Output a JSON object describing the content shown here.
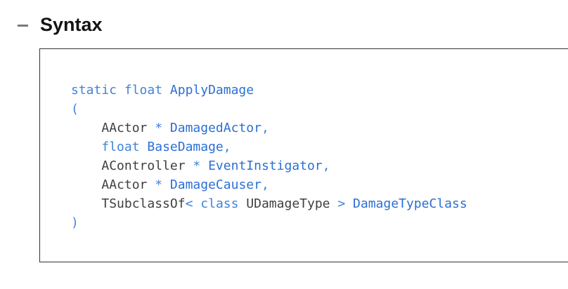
{
  "page": {
    "background": "#ffffff"
  },
  "header": {
    "collapse_icon": "minus-icon",
    "title": "Syntax"
  },
  "colors": {
    "heading_text": "#141414",
    "collapse_dash": "#7a7a7a",
    "code_border": "#333333",
    "keyword": "#4183d8",
    "operator": "#4183d8",
    "identifier": "#2b6fd4",
    "type": "#3f3f3f"
  },
  "code_block": {
    "lines": [
      [
        [
          "k",
          "static float "
        ],
        [
          "i",
          "ApplyDamage"
        ]
      ],
      [
        [
          "o",
          "("
        ]
      ],
      [
        [
          "p",
          "    "
        ],
        [
          "t",
          "AActor"
        ],
        [
          "o",
          " * "
        ],
        [
          "i",
          "DamagedActor"
        ],
        [
          "o",
          ","
        ]
      ],
      [
        [
          "p",
          "    "
        ],
        [
          "k",
          "float "
        ],
        [
          "i",
          "BaseDamage"
        ],
        [
          "o",
          ","
        ]
      ],
      [
        [
          "p",
          "    "
        ],
        [
          "t",
          "AController"
        ],
        [
          "o",
          " * "
        ],
        [
          "i",
          "EventInstigator"
        ],
        [
          "o",
          ","
        ]
      ],
      [
        [
          "p",
          "    "
        ],
        [
          "t",
          "AActor"
        ],
        [
          "o",
          " * "
        ],
        [
          "i",
          "DamageCauser"
        ],
        [
          "o",
          ","
        ]
      ],
      [
        [
          "p",
          "    "
        ],
        [
          "t",
          "TSubclassOf"
        ],
        [
          "o",
          "< "
        ],
        [
          "k",
          "class "
        ],
        [
          "t",
          "UDamageType"
        ],
        [
          "o",
          " > "
        ],
        [
          "i",
          "DamageTypeClass"
        ]
      ],
      [
        [
          "o",
          ")"
        ]
      ]
    ],
    "plain_text": "static float ApplyDamage\n(\n    AActor * DamagedActor,\n    float BaseDamage,\n    AController * EventInstigator,\n    AActor * DamageCauser,\n    TSubclassOf< class UDamageType > DamageTypeClass\n)"
  }
}
